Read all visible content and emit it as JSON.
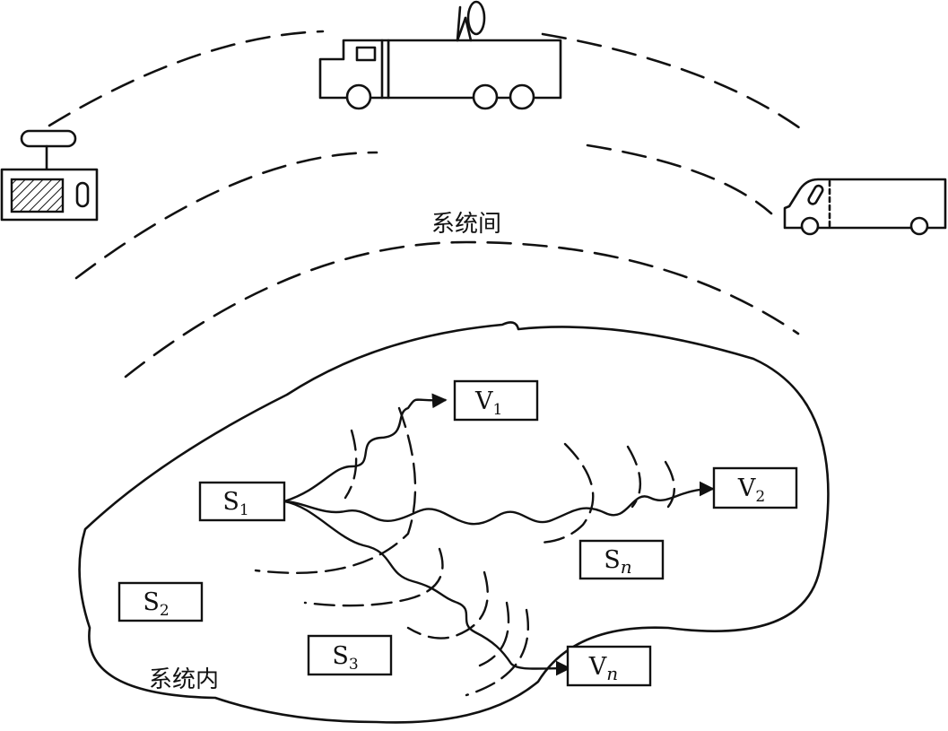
{
  "labels": {
    "inter_system": "系统间",
    "intra_system": "系统内"
  },
  "nodes": {
    "s1": {
      "main": "S",
      "sub": "1"
    },
    "s2": {
      "main": "S",
      "sub": "2"
    },
    "s3": {
      "main": "S",
      "sub": "3"
    },
    "sn": {
      "main": "S",
      "sub": "n"
    },
    "v1": {
      "main": "V",
      "sub": "1"
    },
    "v2": {
      "main": "V",
      "sub": "2"
    },
    "vn": {
      "main": "V",
      "sub": "n"
    }
  },
  "icons": [
    "radio-station-icon",
    "radar-truck-icon",
    "van-icon"
  ]
}
